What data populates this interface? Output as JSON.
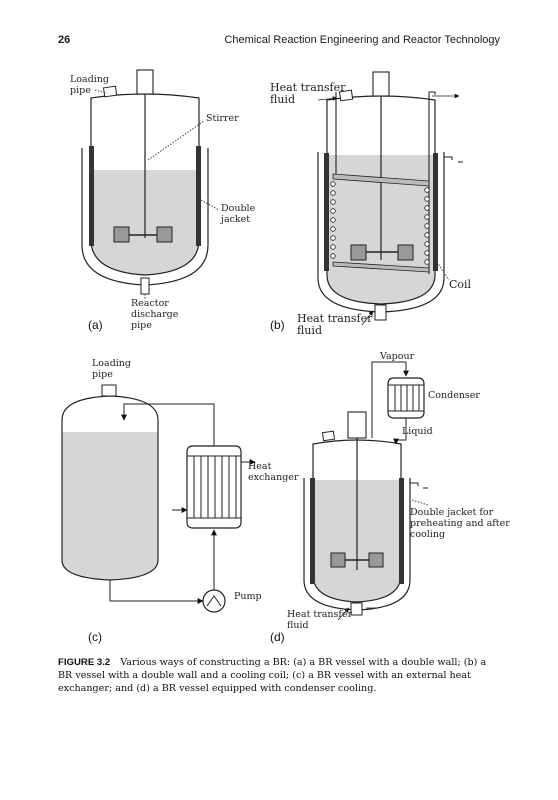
{
  "header": {
    "page_number": "26",
    "running_title": "Chemical Reaction Engineering and Reactor Technology"
  },
  "figure": {
    "panel_a": {
      "id": "(a)",
      "loading_pipe": [
        "Loading",
        "pipe"
      ],
      "stirrer": "Stirrer",
      "double_jacket": [
        "Double",
        "jacket"
      ],
      "reactor_discharge_pipe": [
        "Reactor",
        "discharge",
        "pipe"
      ]
    },
    "panel_b": {
      "id": "(b)",
      "heat_transfer_fluid_top": [
        "Heat transfer",
        "fluid"
      ],
      "coil": "Coil",
      "heat_transfer_fluid_bottom": [
        "Heat transfer",
        "fluid"
      ]
    },
    "panel_c": {
      "id": "(c)",
      "loading_pipe": [
        "Loading",
        "pipe"
      ],
      "heat_exchanger": [
        "Heat",
        "exchanger"
      ],
      "pump": "Pump"
    },
    "panel_d": {
      "id": "(d)",
      "vapour": "Vapour",
      "condenser": "Condenser",
      "liquid": "Liquid",
      "double_jacket": [
        "Double jacket for",
        "preheating and after",
        "cooling"
      ],
      "heat_transfer_fluid": [
        "Heat transfer",
        "fluid"
      ]
    }
  },
  "caption": {
    "label": "FIGURE 3.2",
    "text": "Various ways of constructing a BR: (a) a BR vessel with a double wall; (b) a BR vessel with a double wall and a cooling coil; (c) a BR vessel with an external heat exchanger; and (d) a BR vessel equipped with condenser cooling."
  }
}
